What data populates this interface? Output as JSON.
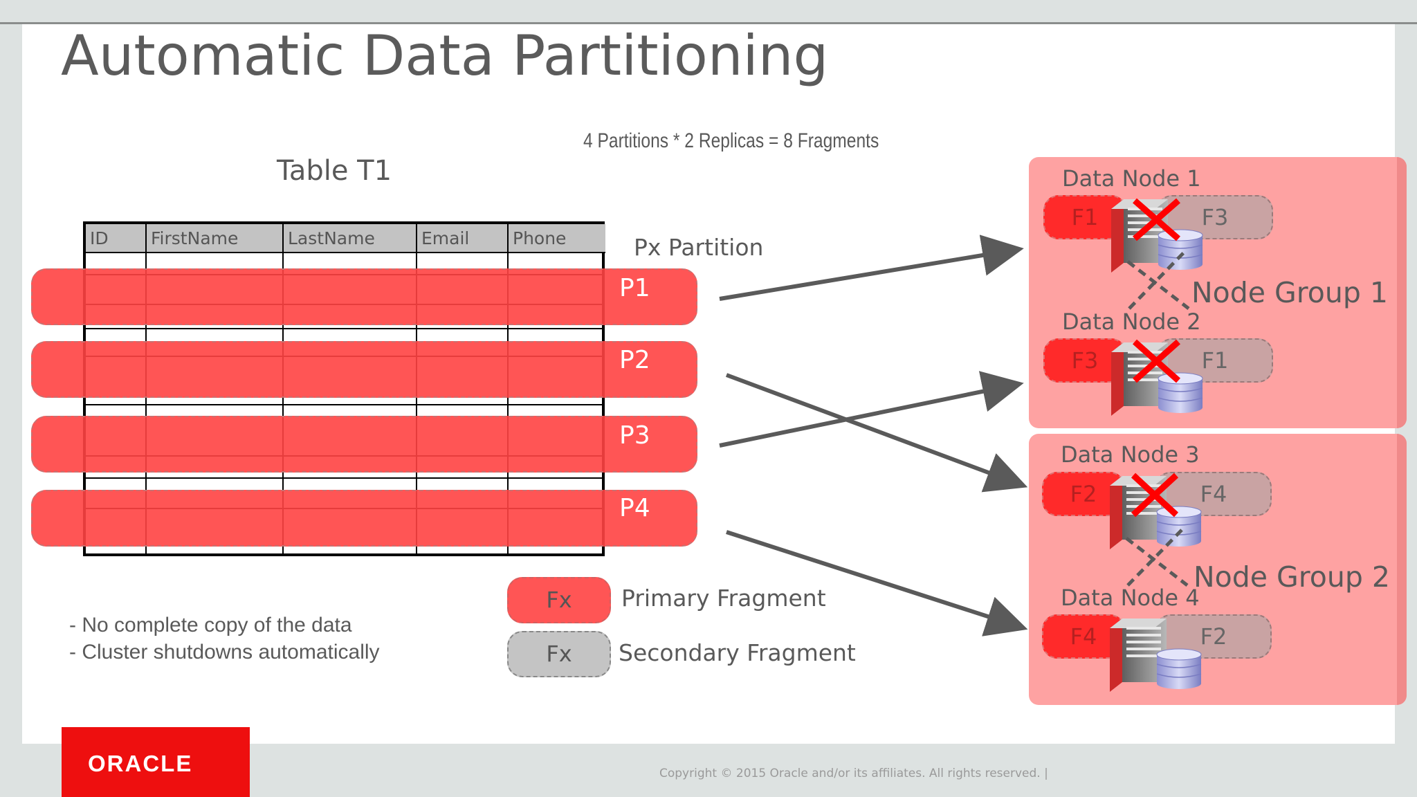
{
  "title": "Automatic Data Partitioning",
  "formula": "4 Partitions * 2 Replicas = 8 Fragments",
  "table": {
    "name": "Table T1",
    "columns": [
      "ID",
      "FirstName",
      "LastName",
      "Email",
      "Phone"
    ]
  },
  "partition_header": "Px   Partition",
  "partitions": [
    "P1",
    "P2",
    "P3",
    "P4"
  ],
  "legend": {
    "primary": {
      "symbol": "Fx",
      "label": "Primary Fragment"
    },
    "secondary": {
      "symbol": "Fx",
      "label": "Secondary Fragment"
    }
  },
  "notes": [
    "- No complete copy of the data",
    "- Cluster shutdowns automatically"
  ],
  "node_groups": [
    {
      "label": "Node Group 1",
      "nodes": [
        {
          "label": "Data Node 1",
          "primary": "F1",
          "secondary": "F3",
          "failed": true
        },
        {
          "label": "Data Node 2",
          "primary": "F3",
          "secondary": "F1",
          "failed": true
        }
      ]
    },
    {
      "label": "Node Group 2",
      "nodes": [
        {
          "label": "Data Node 3",
          "primary": "F2",
          "secondary": "F4",
          "failed": true
        },
        {
          "label": "Data Node 4",
          "primary": "F4",
          "secondary": "F2",
          "failed": false
        }
      ]
    }
  ],
  "colors": {
    "primary_fragment": "#ff5555",
    "secondary_fragment": "#c4c4c4",
    "node_group_bg": "#fea2a2",
    "failure_cross": "#ff0000",
    "arrow": "#5a5a5a"
  },
  "footer": {
    "logo": "ORACLE",
    "copyright": "Copyright © 2015 Oracle and/or its affiliates. All rights reserved.  |"
  }
}
